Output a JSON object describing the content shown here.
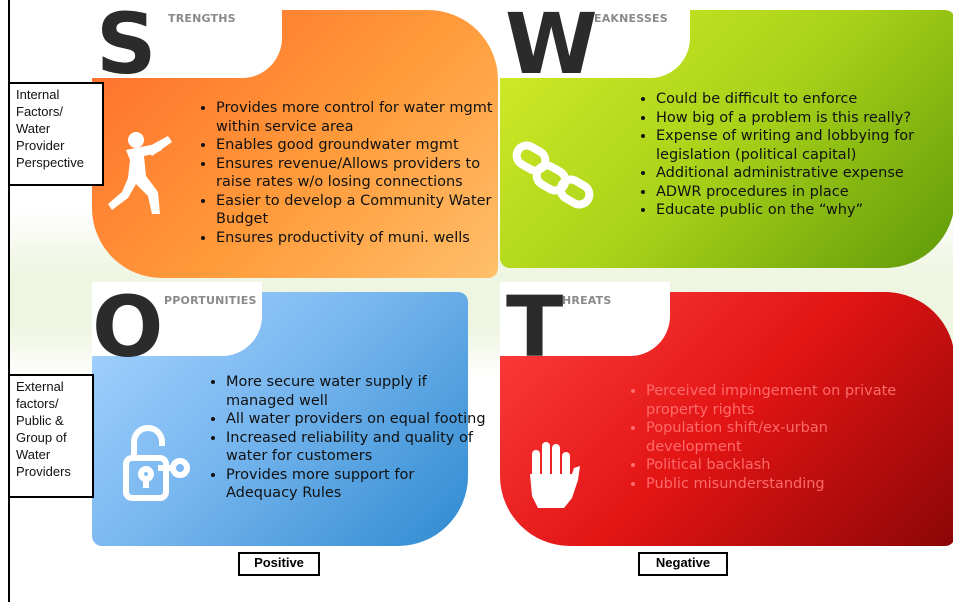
{
  "strengths": {
    "letter": "S",
    "heading": "TRENGTHS",
    "items": [
      "Provides more control for water mgmt within service area",
      "Enables good groundwater mgmt",
      "Ensures revenue/Allows providers to raise rates w/o losing connections",
      "Easier to develop a Community Water Budget",
      "Ensures productivity of muni. wells"
    ],
    "icon": "pushing-person-icon",
    "color": "#ff8a33"
  },
  "weaknesses": {
    "letter": "W",
    "heading": "EAKNESSES",
    "items": [
      "Could be difficult to enforce",
      "How big of a problem is this really?",
      "Expense of writing and lobbying for legislation (political capital)",
      "Additional administrative expense",
      "ADWR procedures in place",
      "Educate public on the “why”"
    ],
    "icon": "broken-chain-icon",
    "color": "#a9d219"
  },
  "opportunities": {
    "letter": "O",
    "heading": "PPORTUNITIES",
    "items": [
      "More secure water supply if managed well",
      "All water providers on equal footing",
      "Increased reliability and quality of water for customers",
      "Provides more support for Adequacy Rules"
    ],
    "icon": "unlocked-padlock-key-icon",
    "color": "#79b7ef"
  },
  "threats": {
    "letter": "T",
    "heading": "HREATS",
    "items": [
      "Perceived impingement on private property rights",
      "Population shift/ex-urban development",
      "Political backlash",
      "Public misunderstanding"
    ],
    "icon": "stop-hand-icon",
    "color": "#e21414"
  },
  "side_labels": {
    "internal": [
      "Internal",
      "Factors/",
      "Water",
      "Provider",
      "Perspective"
    ],
    "external": [
      "External",
      "factors/",
      "Public &",
      "Group of",
      "Water",
      "Providers"
    ]
  },
  "bottom_labels": {
    "positive": "Positive",
    "negative": "Negative"
  }
}
